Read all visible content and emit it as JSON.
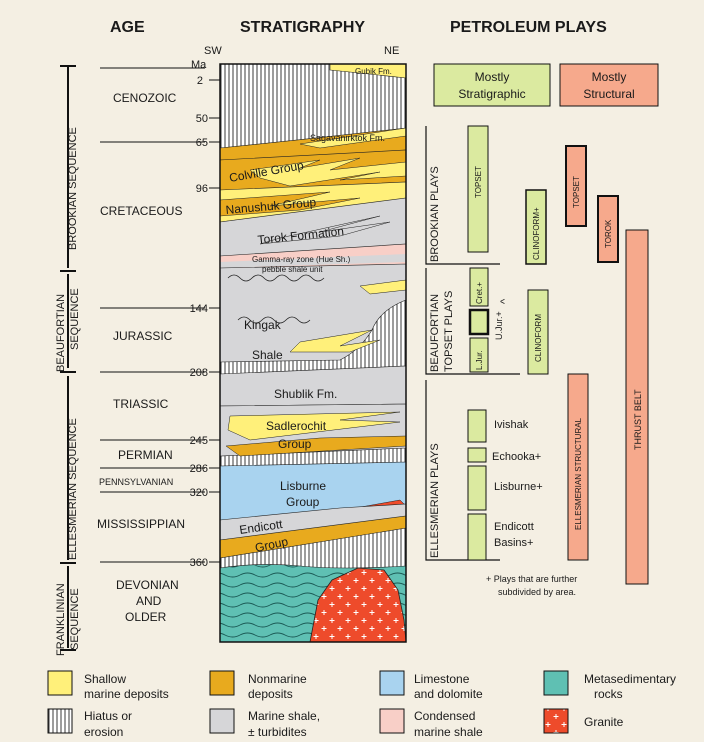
{
  "headers": {
    "age": "AGE",
    "stratigraphy": "STRATIGRAPHY",
    "plays": "PETROLEUM PLAYS"
  },
  "directions": {
    "left": "SW",
    "right": "NE"
  },
  "ma_unit": "Ma",
  "ma_ticks": [
    "2",
    "50",
    "65",
    "96",
    "144",
    "208",
    "245",
    "286",
    "320",
    "360"
  ],
  "sequences": [
    "BROOKIAN  SEQUENCE",
    "BEAUFORTIAN SEQUENCE",
    "ELLESMERIAN SEQUENCE",
    "FRANKLINIAN SEQUENCE"
  ],
  "ages": [
    "CENOZOIC",
    "CRETACEOUS",
    "JURASSIC",
    "TRIASSIC",
    "PERMIAN",
    "PENNSYLVANIAN",
    "MISSISSIPPIAN",
    "DEVONIAN",
    "AND",
    "OLDER"
  ],
  "strat_labels": {
    "gubik": "Gubik Fm.",
    "sag": "Sagavanirktok Fm.",
    "colville": "Colville  Group",
    "nanushuk": "Nanushuk Group",
    "torok": "Torok  Formation",
    "gamma": "Gamma-ray zone (Hue Sh.)",
    "pebble": "pebble shale unit",
    "kingak": "Kingak",
    "shale": "Shale",
    "shublik": "Shublik Fm.",
    "sadlerochit": "Sadlerochit",
    "group": "Group",
    "lisburne": "Lisburne",
    "lisburne_group": "Group",
    "endicott": "Endicott",
    "endicott_group": "Group"
  },
  "play_types": {
    "stratigraphic": [
      "Mostly",
      "Stratigraphic"
    ],
    "structural": [
      "Mostly",
      "Structural"
    ]
  },
  "play_groups": [
    "BROOKIAN PLAYS",
    "BEAUFORTIAN",
    "TOPSET PLAYS",
    "ELLESMERIAN  PLAYS"
  ],
  "play_boxes": {
    "topset_green": "TOPSET",
    "clinoform_upper": "CLINOFORM+",
    "topset_red": "TOPSET",
    "torok": "TOROK",
    "thrust_belt": "THRUST BELT",
    "cret": "Cret.+",
    "ljur": "L.Jur.",
    "ujur": "U.Jur.+",
    "caret": "^",
    "clinoform_lower": "CLINOFORM",
    "ellesmerian_structural": "ELLESMERIAN  STRUCTURAL"
  },
  "ellesmerian_plays": [
    "Ivishak",
    "Echooka+",
    "Lisburne+",
    "Endicott",
    "Basins+"
  ],
  "footnote": [
    "+ Plays that are further",
    "subdivided by area."
  ],
  "legend": [
    {
      "lines": [
        "Shallow",
        "marine deposits"
      ],
      "swatch": "yellow"
    },
    {
      "lines": [
        "Nonmarine",
        "deposits"
      ],
      "swatch": "orange"
    },
    {
      "lines": [
        "Limestone",
        "and dolomite"
      ],
      "swatch": "blue"
    },
    {
      "lines": [
        "Metasedimentary",
        "rocks"
      ],
      "swatch": "teal"
    },
    {
      "lines": [
        "Hiatus or",
        "erosion"
      ],
      "swatch": "hiatus"
    },
    {
      "lines": [
        "Marine shale,",
        "± turbidites"
      ],
      "swatch": "gray"
    },
    {
      "lines": [
        "Condensed",
        "marine shale"
      ],
      "swatch": "pink"
    },
    {
      "lines": [
        "Granite"
      ],
      "swatch": "granite"
    }
  ],
  "colors": {
    "background": "#f4efe3",
    "shallow_marine": "#fff07a",
    "nonmarine": "#e8aa1e",
    "limestone": "#a9d3ef",
    "metasediment": "#5fc0b3",
    "marine_shale": "#d6d6d8",
    "condensed_shale": "#f8cfc7",
    "granite": "#ee4b2b",
    "strat_play": "#dbeaa0",
    "struct_play": "#f6a98c"
  }
}
